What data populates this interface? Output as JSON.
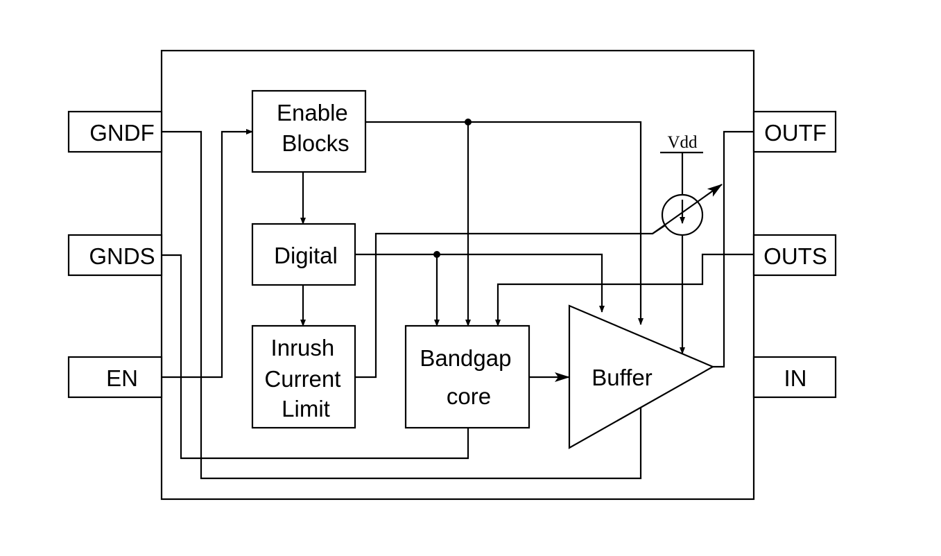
{
  "pins": {
    "gndf": "GNDF",
    "gnds": "GNDS",
    "en": "EN",
    "outf": "OUTF",
    "outs": "OUTS",
    "in": "IN"
  },
  "blocks": {
    "enable": [
      "Enable",
      "Blocks"
    ],
    "digital": "Digital",
    "inrush": [
      "Inrush",
      "Current",
      "Limit"
    ],
    "bandgap": [
      "Bandgap",
      "core"
    ],
    "buffer": "Buffer"
  },
  "supply": {
    "vdd": "Vdd"
  },
  "colors": {
    "stroke": "#000000",
    "background": "#ffffff"
  }
}
